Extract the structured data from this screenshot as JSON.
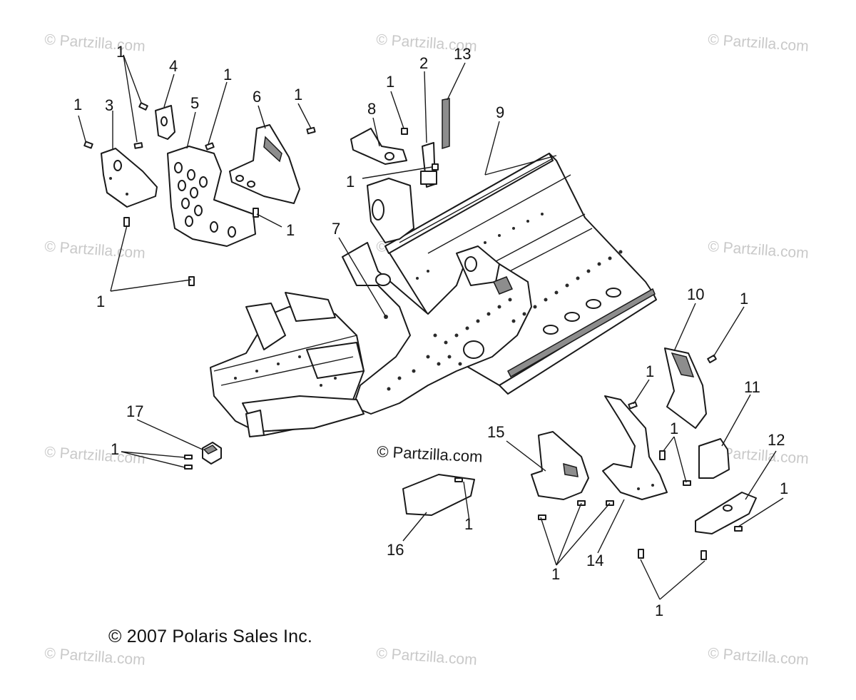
{
  "watermark_text": "© Partzilla.com",
  "center_watermark_text": "© Partzilla.com",
  "copyright_text": "© 2007 Polaris Sales Inc.",
  "callouts": {
    "c1": "1",
    "c2": "2",
    "c3": "3",
    "c4": "4",
    "c5": "5",
    "c6": "6",
    "c7": "7",
    "c8": "8",
    "c9": "9",
    "c10": "10",
    "c11": "11",
    "c12": "12",
    "c13": "13",
    "c14": "14",
    "c15": "15",
    "c16": "16",
    "c17": "17"
  }
}
